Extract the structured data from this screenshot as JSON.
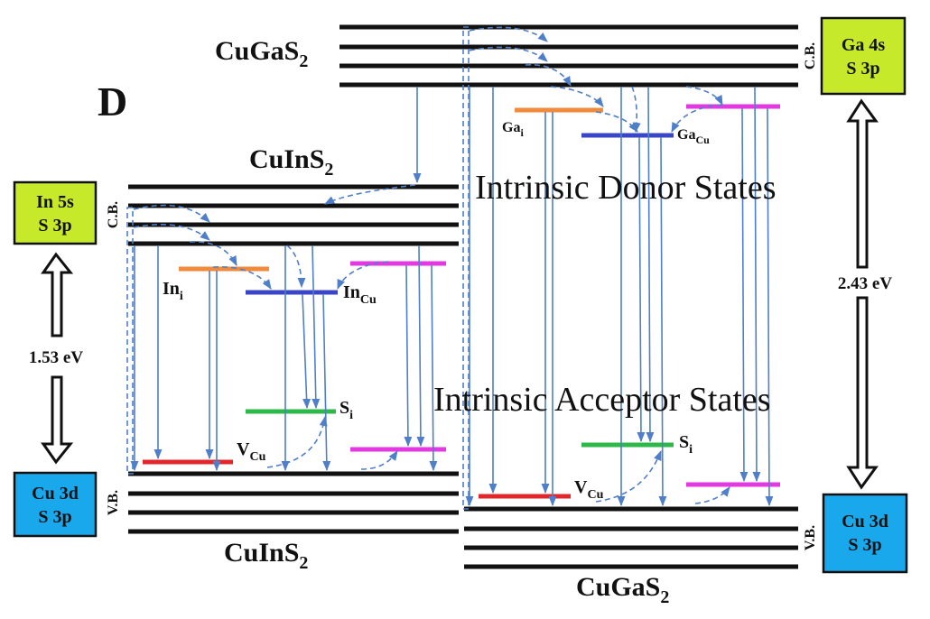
{
  "panel_letter": "D",
  "colors": {
    "band": "#111111",
    "arrow": "#4f7fc8",
    "orange": "#f08a3c",
    "blue": "#3a46c8",
    "green": "#2eb84a",
    "red": "#e0282c",
    "magenta": "#e23ae0",
    "box_green": "#c6ea2a",
    "box_blue": "#19a8ec"
  },
  "cuins2": {
    "top_label": "CuInS",
    "bottom_label": "CuInS",
    "cb_label": "C.B.",
    "vb_label": "V.B.",
    "cb_box": {
      "line1": "In 5s",
      "line2": "S 3p"
    },
    "vb_box": {
      "line1": "Cu 3d",
      "line2": "S 3p"
    },
    "gap": "1.53 eV",
    "states": {
      "ini": {
        "main": "In",
        "sub": "i"
      },
      "incu": {
        "main": "In",
        "sub": "Cu"
      },
      "si": {
        "main": "S",
        "sub": "i"
      },
      "vcu": {
        "main": "V",
        "sub": "Cu"
      }
    }
  },
  "cugas2": {
    "top_label": "CuGaS",
    "bottom_label": "CuGaS",
    "cb_label": "C.B.",
    "vb_label": "V.B.",
    "cb_box": {
      "line1": "Ga 4s",
      "line2": "S 3p"
    },
    "vb_box": {
      "line1": "Cu 3d",
      "line2": "S 3p"
    },
    "gap": "2.43 eV",
    "states": {
      "gai": {
        "main": "Ga",
        "sub": "i"
      },
      "gacu": {
        "main": "Ga",
        "sub": "Cu"
      },
      "si": {
        "main": "S",
        "sub": "i"
      },
      "vcu": {
        "main": "V",
        "sub": "Cu"
      }
    }
  },
  "subscript_2": "2",
  "donor_label": "Intrinsic Donor States",
  "acceptor_label": "Intrinsic Acceptor States"
}
